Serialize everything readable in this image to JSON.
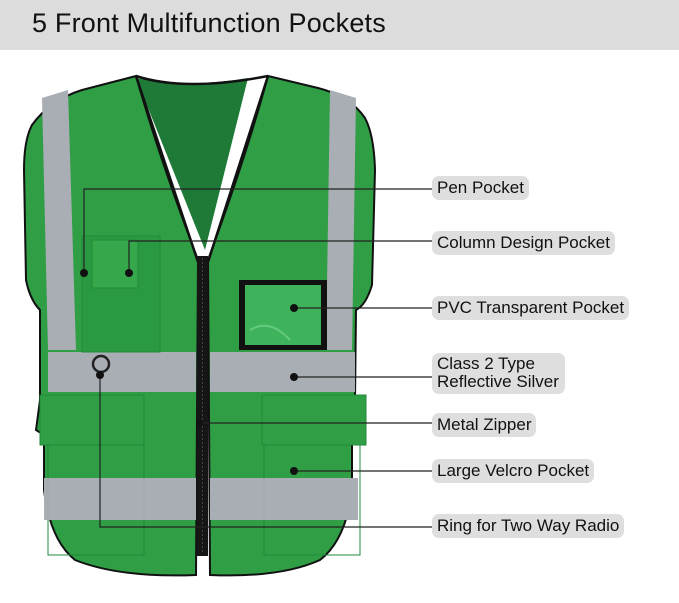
{
  "header": {
    "title": "5 Front Multifunction Pockets"
  },
  "colors": {
    "vest_green": "#2f9e45",
    "vest_green_dark": "#1f7a38",
    "reflective_silver": "#a9adb4",
    "label_bg": "#dedede",
    "header_bg": "#dcdcdc"
  },
  "callouts": [
    {
      "id": "pen-pocket",
      "label": "Pen Pocket"
    },
    {
      "id": "column-design-pocket",
      "label": "Column Design Pocket"
    },
    {
      "id": "pvc-transparent-pocket",
      "label": "PVC Transparent Pocket"
    },
    {
      "id": "reflective-silver",
      "line1": "Class 2 Type",
      "line2": "Reflective Silver"
    },
    {
      "id": "metal-zipper",
      "label": "Metal Zipper"
    },
    {
      "id": "large-velcro-pocket",
      "label": "Large Velcro Pocket"
    },
    {
      "id": "radio-ring",
      "label": "Ring for Two Way Radio"
    }
  ]
}
